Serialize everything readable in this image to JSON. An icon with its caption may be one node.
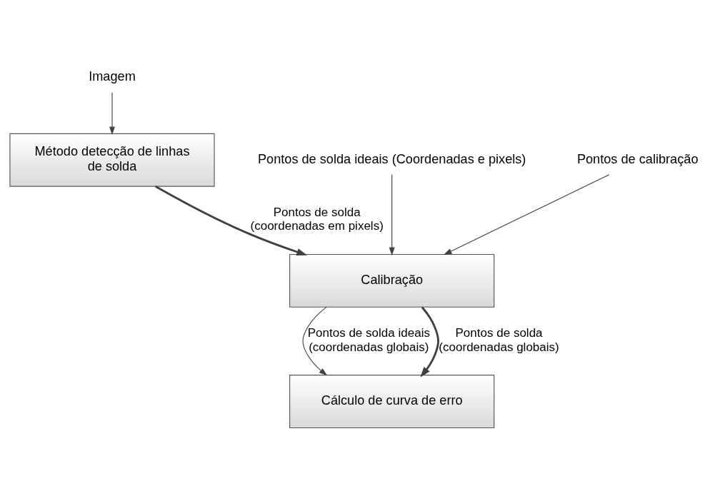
{
  "diagram": {
    "nodes": [
      {
        "text": [
          "Imagem"
        ]
      },
      {
        "text": [
          "Método detecção de linhas de solda"
        ]
      },
      {
        "text": [
          "Pontos de solda ideais (Coordenadas e pixels)"
        ]
      },
      {
        "text": [
          "Pontos de calibração"
        ]
      },
      {
        "text": [
          "Calibração"
        ]
      },
      {
        "text": [
          "Cálculo de curva de erro"
        ]
      }
    ],
    "edges": [
      {
        "from": 0,
        "to": 1,
        "arrow": "to"
      },
      {
        "from": 2,
        "to": 4,
        "arrow": "to"
      },
      {
        "from": 3,
        "to": 4,
        "arrow": "to"
      },
      {
        "from": 1,
        "to": 4,
        "arrow": "to",
        "label": "Pontos de solda (coordenadas em pixels)",
        "style": "thick"
      },
      {
        "from": 4,
        "to": 5,
        "arrow": "to",
        "label": "Pontos de solda ideais (coordenadas globais)"
      },
      {
        "from": 4,
        "to": 5,
        "arrow": "to",
        "label": "Pontos de solda (coordenadas globais)",
        "style": "thick"
      }
    ]
  }
}
